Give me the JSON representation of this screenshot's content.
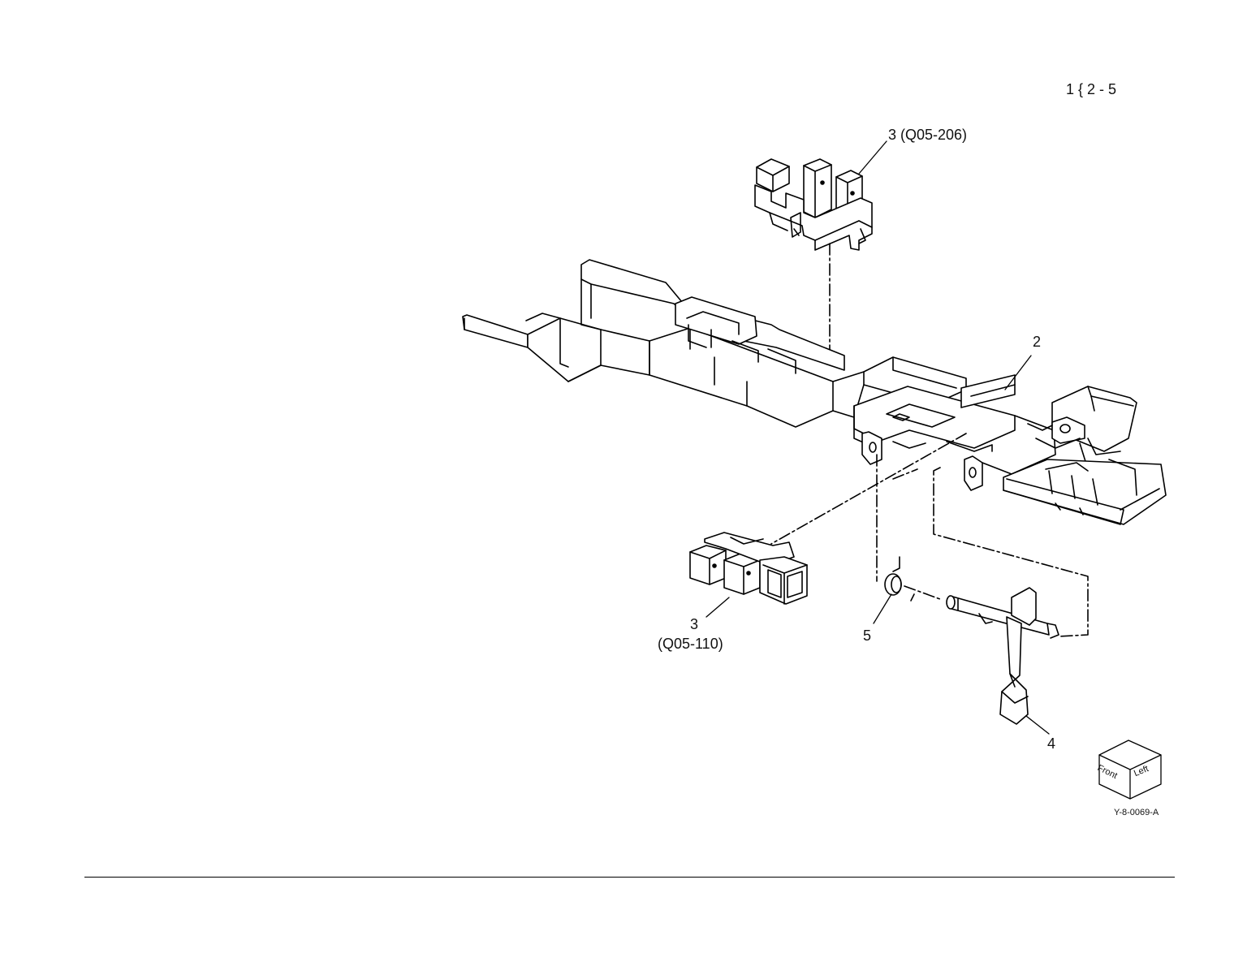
{
  "page_ref": "1 { 2 - 5",
  "callouts": {
    "sensor_upper": "3 (Q05-206)",
    "frame": "2",
    "sensor_lower_num": "3",
    "sensor_lower_code": "(Q05-110)",
    "ring": "5",
    "actuator": "4"
  },
  "orientation_cube": {
    "front": "Front",
    "left": "Left"
  },
  "figure_id": "Y-8-0069-A"
}
